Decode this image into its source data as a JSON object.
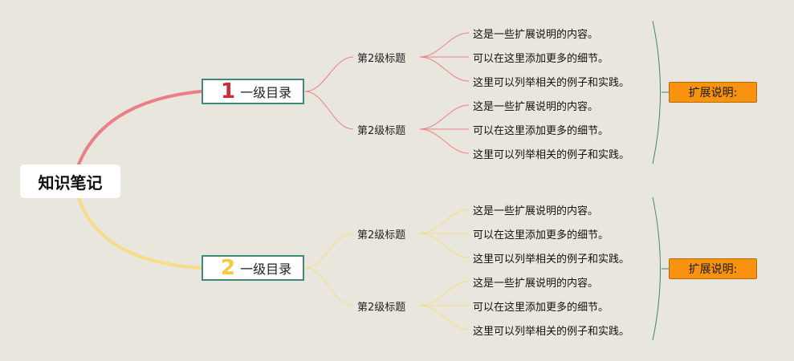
{
  "root": {
    "label": "知识笔记"
  },
  "colors": {
    "branch1": "#ea7f86",
    "branch2": "#f6dc86",
    "box_border": "#3f8a7a",
    "num1": "#d12b35",
    "num2": "#f3cc3b",
    "note_fill": "#f7930e",
    "bracket": "#3f8a5c",
    "background": "#e9e6de"
  },
  "branches": [
    {
      "number": "1",
      "label": "一级目录",
      "subtopics": [
        {
          "label": "第2级标题",
          "leaves": [
            "这是一些扩展说明的内容。",
            "可以在这里添加更多的细节。",
            "这里可以列举相关的例子和实践。"
          ]
        },
        {
          "label": "第2级标题",
          "leaves": [
            "这是一些扩展说明的内容。",
            "可以在这里添加更多的细节。",
            "这里可以列举相关的例子和实践。"
          ]
        }
      ],
      "note": "扩展说明:"
    },
    {
      "number": "2",
      "label": "一级目录",
      "subtopics": [
        {
          "label": "第2级标题",
          "leaves": [
            "这是一些扩展说明的内容。",
            "可以在这里添加更多的细节。",
            "这里可以列举相关的例子和实践。"
          ]
        },
        {
          "label": "第2级标题",
          "leaves": [
            "这是一些扩展说明的内容。",
            "可以在这里添加更多的细节。",
            "这里可以列举相关的例子和实践。"
          ]
        }
      ],
      "note": "扩展说明:"
    }
  ]
}
